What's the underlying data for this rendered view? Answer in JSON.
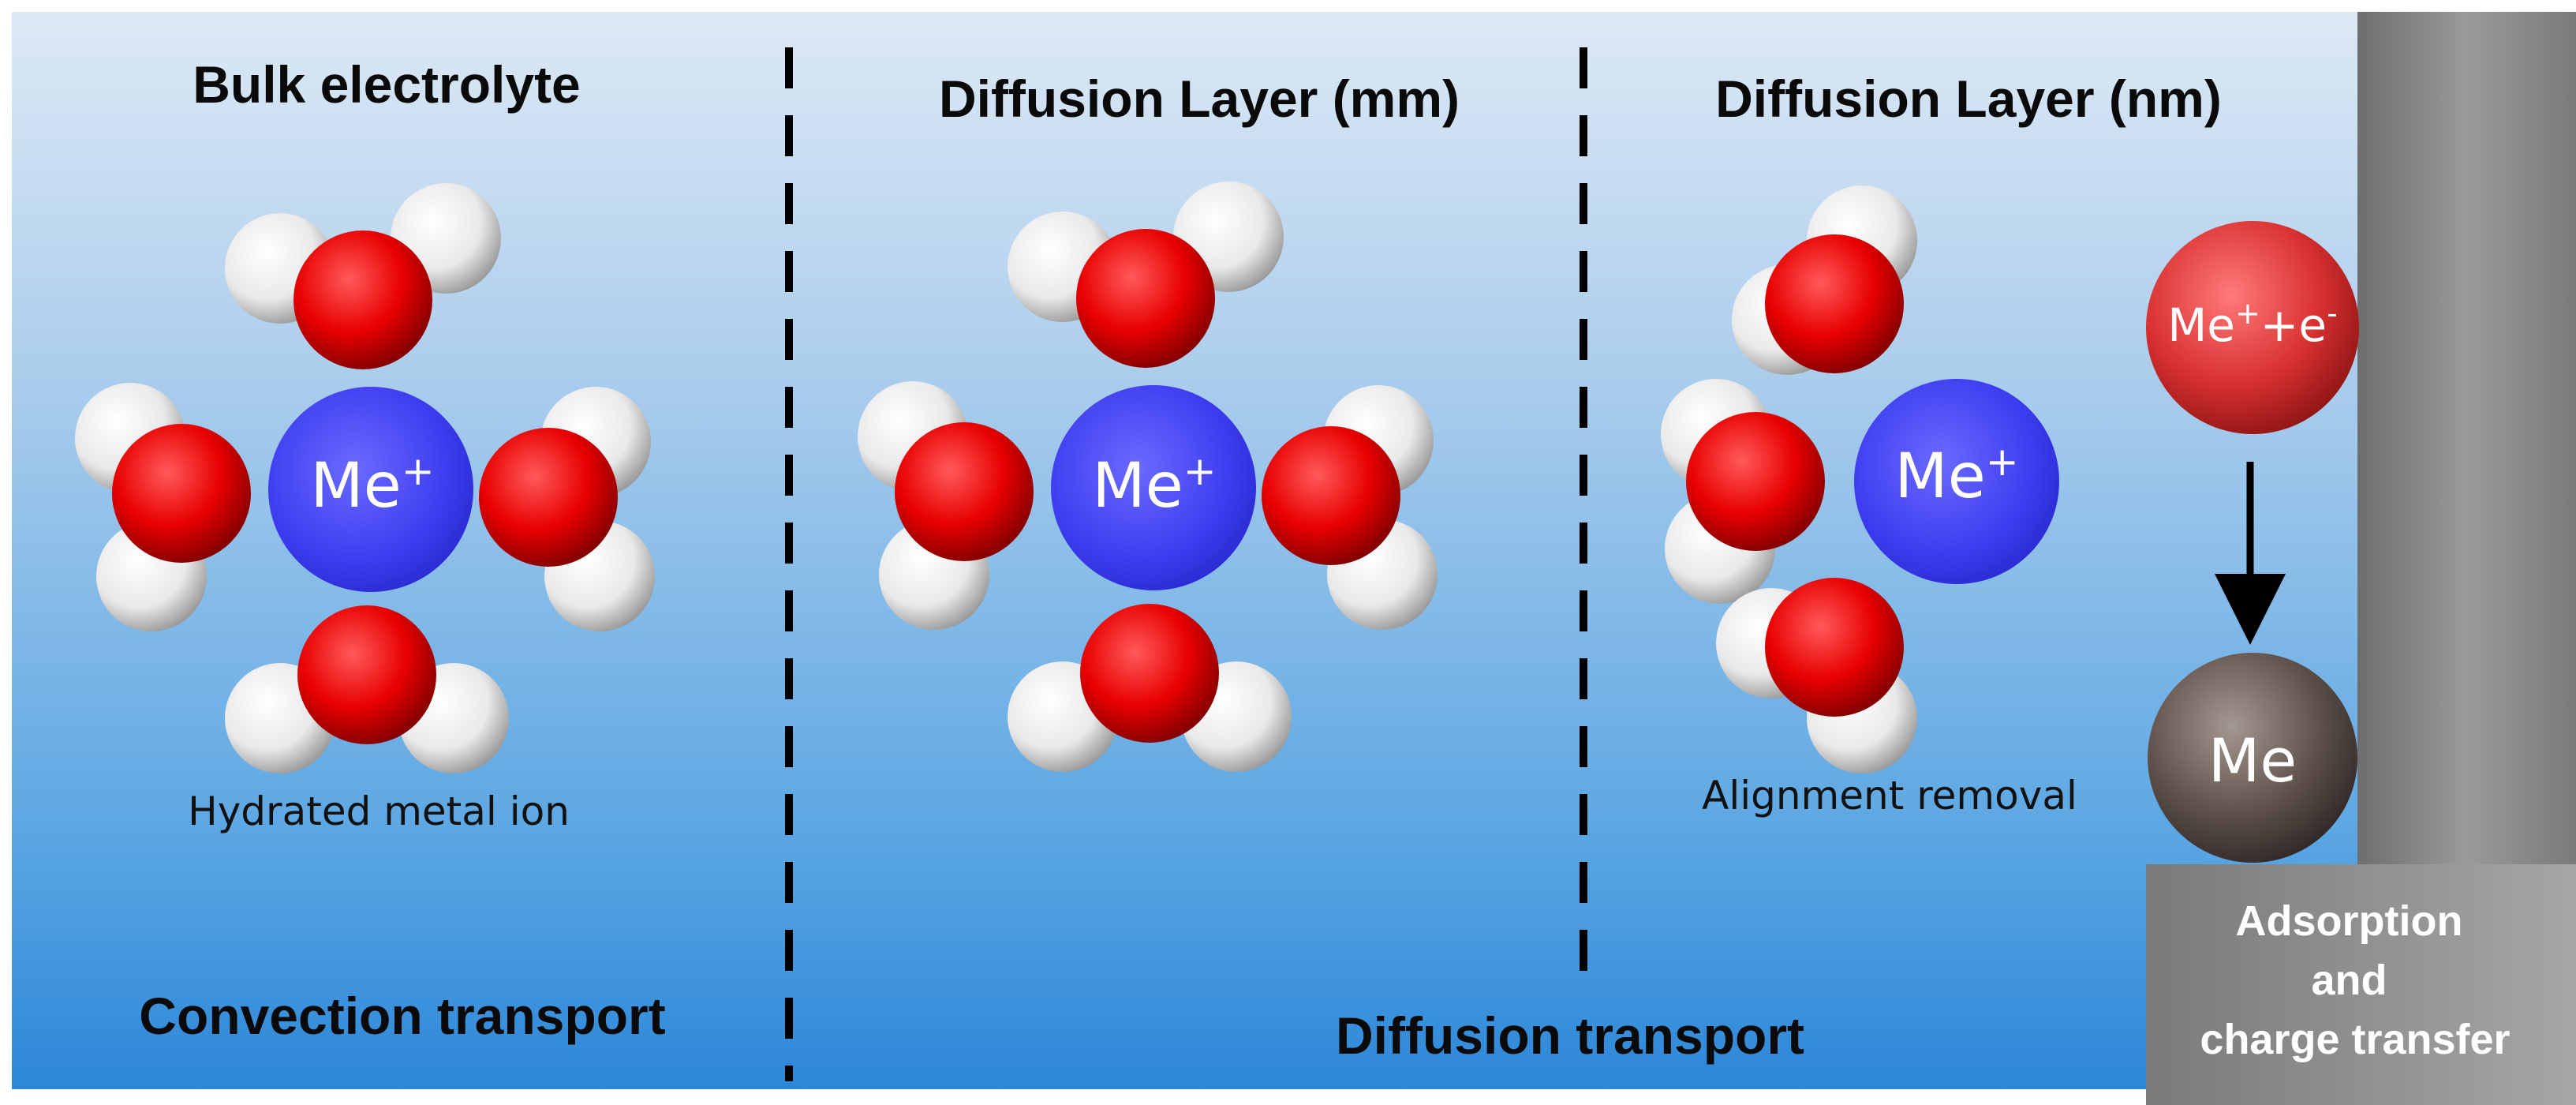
{
  "regions": {
    "bulk": {
      "title": "Bulk electrolyte",
      "transport": "Convection transport",
      "caption": "Hydrated metal ion",
      "ion_base": "Me",
      "ion_charge": "+"
    },
    "diffusion_mm": {
      "title": "Diffusion Layer (mm)",
      "ion_base": "Me",
      "ion_charge": "+"
    },
    "diffusion_nm": {
      "title": "Diffusion Layer (nm)",
      "caption": "Alignment removal",
      "ion_base": "Me",
      "ion_charge": "+"
    },
    "diffusion_transport": "Diffusion transport"
  },
  "surface": {
    "reactant_base": "Me",
    "reactant_charge": "+",
    "reactant_plus": "+e",
    "reactant_electron_charge": "-",
    "product": "Me",
    "label_lines": [
      "Adsorption",
      "and",
      "charge transfer"
    ]
  },
  "colors": {
    "electrolyte_top": "#dbe8f5",
    "electrolyte_bottom": "#2a86d8",
    "metal_ion": "#3f3ff0",
    "oxygen": "#e00000",
    "hydrogen": "#f0f0f0",
    "reactant_sphere": "#d93030",
    "product_sphere": "#5a4d48",
    "electrode": "#8a8a8a",
    "divider": "#000000"
  },
  "icons": {
    "water": "water-molecule-icon",
    "arrow": "arrow-down-icon"
  }
}
